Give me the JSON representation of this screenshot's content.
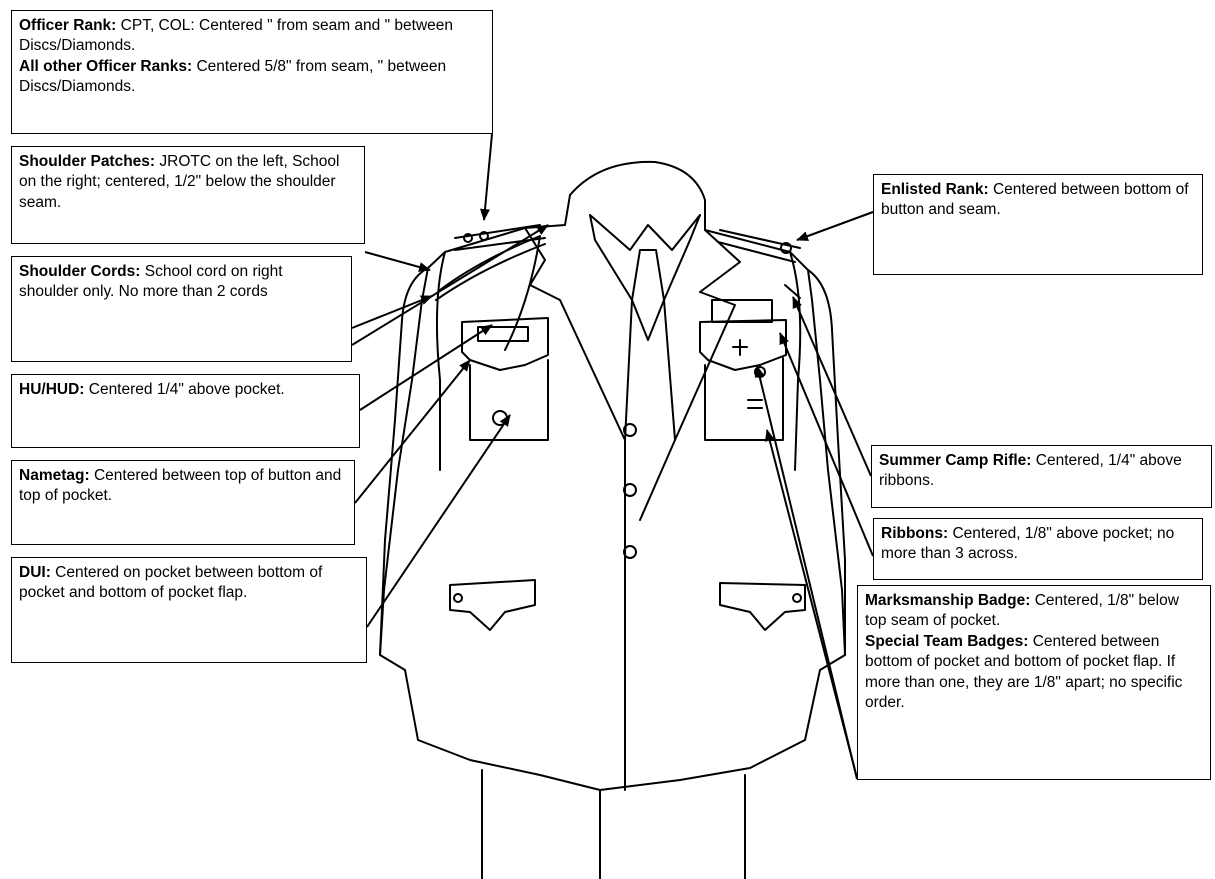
{
  "labels": {
    "officer_rank": {
      "title": "Officer Rank:",
      "text": "CPT, COL: Centered \"   from seam and \"   between Discs/Diamonds.",
      "title2": "All other Officer Ranks:",
      "text2": "Centered 5/8\" from seam, \"   between Discs/Diamonds."
    },
    "shoulder_patches": {
      "title": "Shoulder Patches:",
      "text": "JROTC on the left, School on the right; centered, 1/2\" below the shoulder seam."
    },
    "shoulder_cords": {
      "title": "Shoulder Cords:",
      "text": "School cord on right shoulder only. No more than 2 cords"
    },
    "hu_hud": {
      "title": "HU/HUD:",
      "text": "Centered 1/4\" above pocket."
    },
    "nametag": {
      "title": "Nametag:",
      "text": "Centered between top of button and top of pocket."
    },
    "dui": {
      "title": "DUI:",
      "text": "Centered on pocket between bottom of pocket and bottom of pocket flap."
    },
    "enlisted_rank": {
      "title": "Enlisted Rank:",
      "text": "Centered between bottom of button and seam."
    },
    "summer_camp_rifle": {
      "title": "Summer Camp Rifle:",
      "text": "Centered, 1/4\" above ribbons."
    },
    "ribbons": {
      "title": "Ribbons:",
      "text": "Centered, 1/8\" above pocket; no more than 3 across."
    },
    "marksmanship": {
      "title": "Marksmanship Badge:",
      "text": "Centered, 1/8\" below top seam of pocket.",
      "title2": "Special Team Badges:",
      "text2": "Centered between bottom of pocket and bottom of pocket flap. If more than one, they are 1/8\" apart; no specific order."
    }
  }
}
